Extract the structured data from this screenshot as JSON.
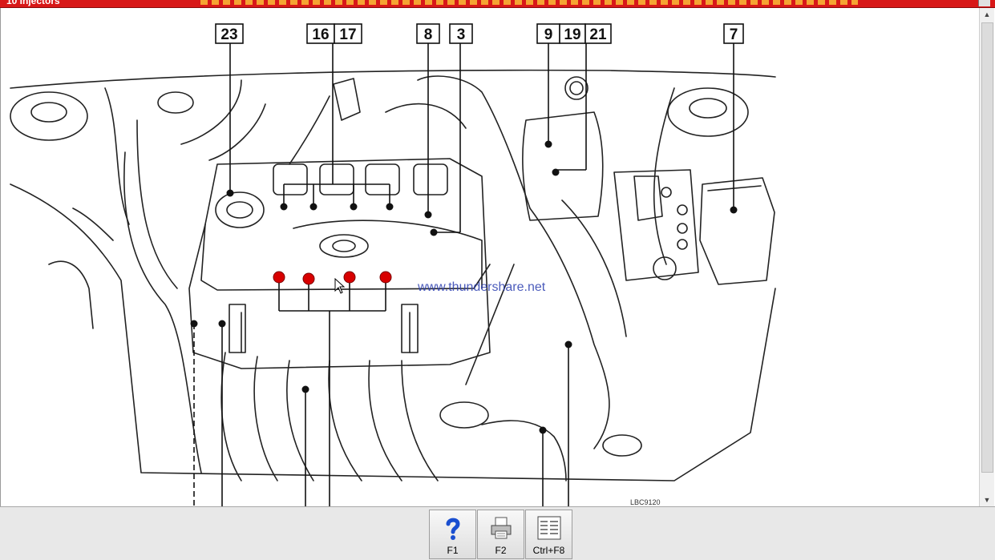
{
  "window": {
    "title": "10 Injectors"
  },
  "diagram": {
    "callouts": [
      "23",
      "16",
      "17",
      "8",
      "3",
      "9",
      "19",
      "21",
      "7"
    ],
    "watermark": "www.thundershare.net",
    "code": "LBC9120"
  },
  "toolbar": {
    "buttons": [
      {
        "key": "F1",
        "icon": "help-icon"
      },
      {
        "key": "F2",
        "icon": "print-icon"
      },
      {
        "key": "Ctrl+F8",
        "icon": "list-icon"
      }
    ]
  },
  "colors": {
    "titlebar": "#d81818",
    "injector_marker": "#d80000",
    "watermark": "#2c3fb0"
  }
}
